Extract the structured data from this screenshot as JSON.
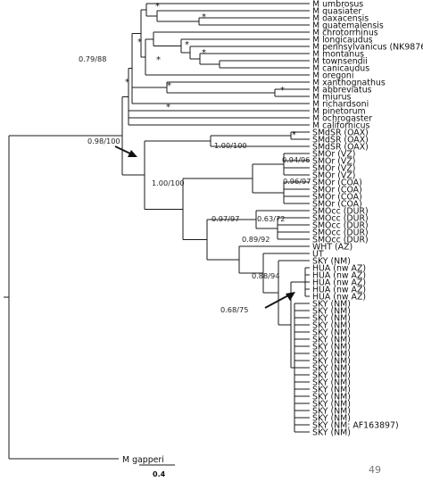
{
  "leaves": [
    "M umbrosus",
    "M quasiater",
    "M oaxacensis",
    "M guatemalensis",
    "M chrotorrhinus",
    "M longicaudus",
    "M pennsylvanicus (NK9876)",
    "M montanus",
    "M townsendii",
    "M canicaudus",
    "M oregoni",
    "M xanthognathus",
    "M abbreviatus",
    "M miurus",
    "M richardsoni",
    "M pinetorum",
    "M ochrogaster",
    "M californicus",
    "SMdSR (OAX)",
    "SMdSR (OAX)",
    "SMdSR (OAX)",
    "SMOr (VZ)",
    "SMOr (VZ)",
    "SMOr (VZ)",
    "SMOr (VZ)",
    "SMOr (COA)",
    "SMOr (COA)",
    "SMOr (COA)",
    "SMOr (COA)",
    "SMOcc (DUR)",
    "SMOcc (DUR)",
    "SMOcc (DUR)",
    "SMOcc (DUR)",
    "SMOcc (DUR)",
    "WHT (AZ)",
    "UT",
    "SKY (NM)",
    "HUA (nw AZ)",
    "HUA (nw AZ)",
    "HUA (nw AZ)",
    "HUA (nw AZ)",
    "HUA (nw AZ)",
    "SKY (NM)",
    "SKY (NM)",
    "SKY (NM)",
    "SKY (NM)",
    "SKY (NM)",
    "SKY (NM)",
    "SKY (NM)",
    "SKY (NM)",
    "SKY (NM)",
    "SKY (NM)",
    "SKY (NM)",
    "SKY (NM)",
    "SKY (NM)",
    "SKY (NM)",
    "SKY (NM)",
    "SKY (NM)",
    "SKY (NM)",
    "SKY (NM: AF163897)",
    "SKY (NM)"
  ],
  "outgroup_leaf": "M gapperi",
  "support": {
    "root": "0.79/88",
    "n1": "0.98/100",
    "n2": "1.00/100",
    "n3": "1.00/100",
    "n4": "0.94/96",
    "n5": "0.96/97",
    "n6": "0.97/97",
    "n7": "0.63/72",
    "n8": "0.89/92",
    "n9": "0.88/94",
    "n10": "0.68/75"
  },
  "star_symbol": "*",
  "scale_bar_label": "0.4",
  "page_number": "49"
}
